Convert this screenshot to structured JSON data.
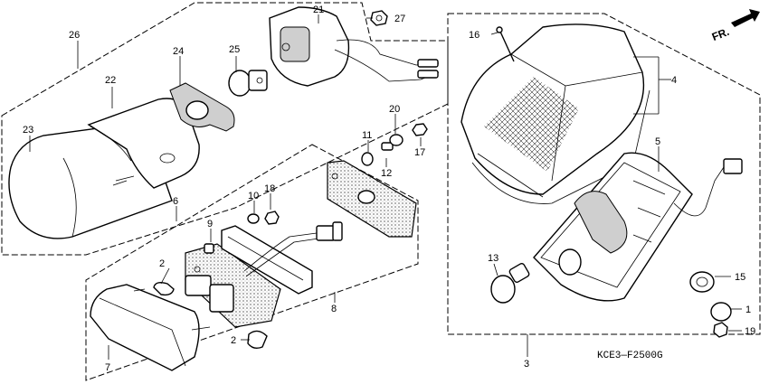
{
  "diagram": {
    "code": "KCE3—F2500G",
    "fr_label": "FR.",
    "callouts": {
      "c1": "1",
      "c2a": "2",
      "c2b": "2",
      "c3": "3",
      "c4": "4",
      "c5": "5",
      "c6": "6",
      "c7": "7",
      "c8": "8",
      "c9": "9",
      "c10": "10",
      "c11": "11",
      "c12": "12",
      "c13": "13",
      "c15": "15",
      "c16": "16",
      "c17": "17",
      "c18": "18",
      "c19": "19",
      "c20": "20",
      "c21": "21",
      "c22": "22",
      "c23": "23",
      "c24": "24",
      "c25": "25",
      "c26": "26",
      "c27": "27"
    }
  }
}
